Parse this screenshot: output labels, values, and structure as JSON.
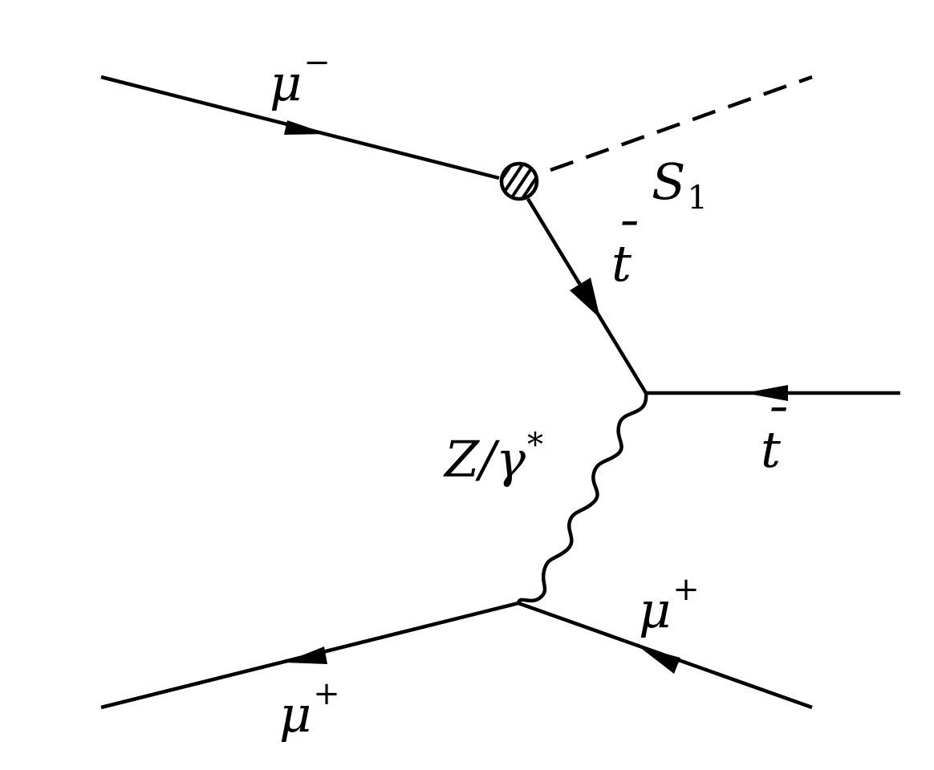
{
  "particles": {
    "mu_minus_in": {
      "base": "μ",
      "sup": "−"
    },
    "scalar_out": {
      "base": "S",
      "sub": "1"
    },
    "tbar_internal": {
      "base": "t",
      "bar": "¯"
    },
    "tbar_out": {
      "base": "t",
      "bar": "¯"
    },
    "boson": {
      "text": "Z/γ",
      "sup": "*"
    },
    "mu_plus_in": {
      "base": "μ",
      "sup": "+"
    },
    "mu_plus_out": {
      "base": "μ",
      "sup": "+"
    }
  }
}
